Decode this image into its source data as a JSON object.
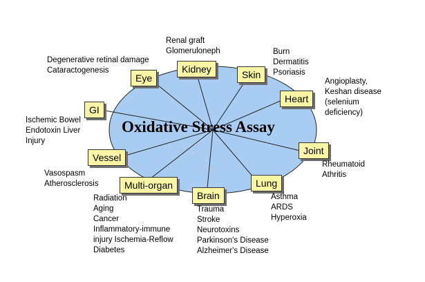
{
  "title": "Oxidative Stress Assay",
  "organs": {
    "eye": "Eye",
    "kidney": "Kidney",
    "skin": "Skin",
    "heart": "Heart",
    "gi": "GI",
    "joint": "Joint",
    "vessel": "Vessel",
    "lung": "Lung",
    "multi_organ": "Multi-organ",
    "brain": "Brain"
  },
  "conditions": {
    "eye": [
      "Degenerative retinal damage",
      "Cataractogenesis"
    ],
    "kidney": [
      "Renal graft",
      "Glomeruloneph"
    ],
    "skin": [
      "Burn",
      "Dermatitis",
      "Psoriasis"
    ],
    "heart": [
      "Angioplasty,",
      "Keshan disease",
      "(selenium",
      "deficiency)"
    ],
    "gi": [
      "Ischemic Bowel",
      "Endotoxin Liver",
      "Injury"
    ],
    "joint": [
      "Rheumatoid",
      "Athritis"
    ],
    "vessel": [
      "Vasospasm",
      "Atherosclerosis"
    ],
    "lung": [
      "Asthma",
      "ARDS",
      "Hyperoxia"
    ],
    "multi_organ": [
      "Radiation",
      "Aging",
      "Cancer",
      "Inflammatory-immune",
      "injury Ischemia-Reflow",
      "Diabetes"
    ],
    "brain": [
      "Trauma",
      "Stroke",
      "Neurotoxins",
      "Parkinson's Disease",
      "Alzheimer's Disease"
    ]
  },
  "colors": {
    "ellipse_fill": "#a9cdf2",
    "box_fill": "#fbf6a6"
  }
}
